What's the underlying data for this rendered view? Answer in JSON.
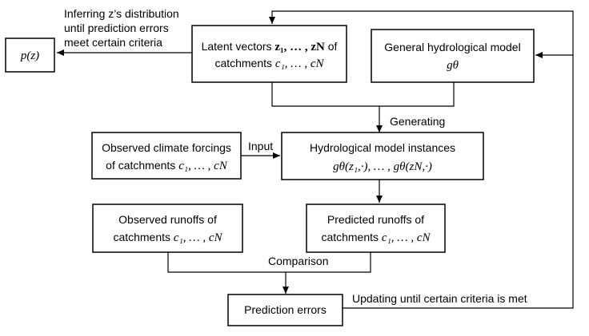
{
  "nodes": {
    "pz": {
      "text": "p(z)"
    },
    "latent": {
      "line1_prefix": "Latent vectors ",
      "line1_math": "z₁, … , zN",
      "line1_suffix": " of",
      "line2_prefix": "catchments ",
      "line2_math": "c₁, … , cN"
    },
    "general": {
      "line1": "General hydrological model",
      "line2_math": "gθ"
    },
    "climate": {
      "line1": "Observed climate forcings",
      "line2_prefix": "of catchments ",
      "line2_math": "c₁, … , cN"
    },
    "instances": {
      "line1": "Hydrological model instances",
      "line2_math": "gθ(z₁,·), … , gθ(zN,·)"
    },
    "observed_runoffs": {
      "line1": "Observed runoffs of",
      "line2_prefix": "catchments ",
      "line2_math": "c₁, … , cN"
    },
    "predicted_runoffs": {
      "line1": "Predicted runoffs of",
      "line2_prefix": "catchments ",
      "line2_math": "c₁, … , cN"
    },
    "errors": {
      "line1": "Prediction errors"
    }
  },
  "edge_labels": {
    "inferring_line1": "Inferring z’s distribution",
    "inferring_line2": "until prediction errors",
    "inferring_line3": "meet certain criteria",
    "generating": "Generating",
    "input": "Input",
    "comparison": "Comparison",
    "updating": "Updating until certain criteria is met"
  }
}
